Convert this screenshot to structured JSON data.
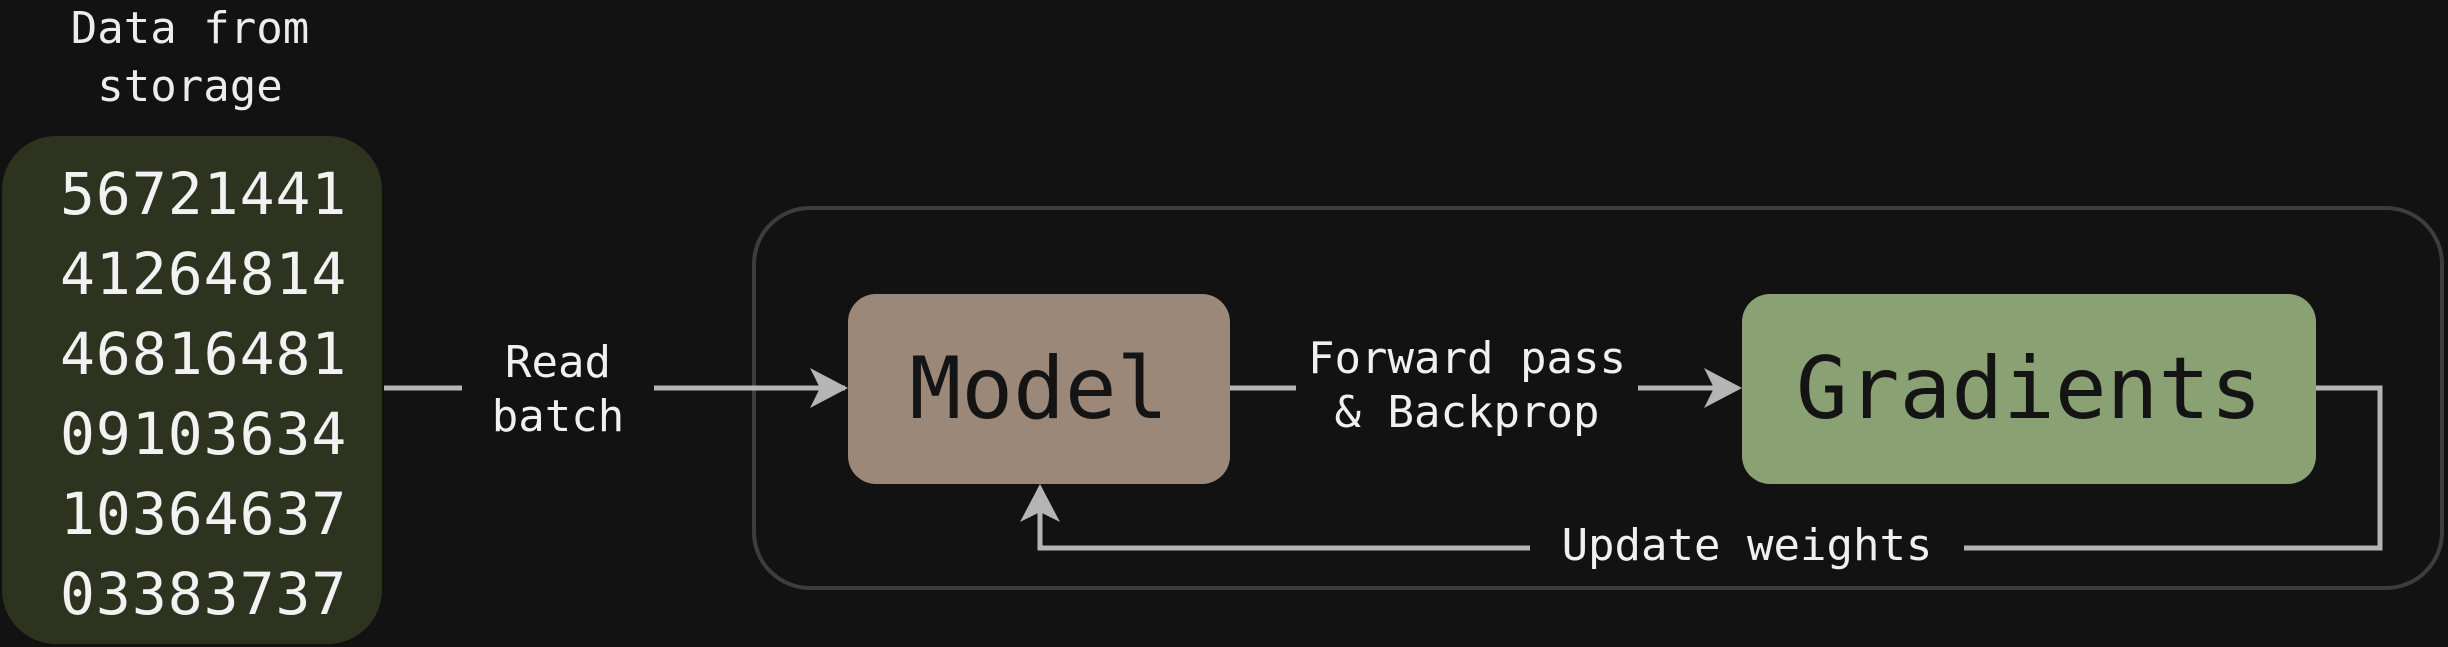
{
  "storage": {
    "title": "Data from\nstorage",
    "lines": [
      "56721441",
      "41264814",
      "46816481",
      "09103634",
      "10364637",
      "03383737"
    ]
  },
  "nodes": {
    "model": "Model",
    "gradients": "Gradients"
  },
  "edges": {
    "read_batch": "Read\nbatch",
    "forward_backprop": "Forward pass\n& Backprop",
    "update_weights": "Update weights"
  },
  "colors": {
    "background": "#121212",
    "storage_panel": "#2e331f",
    "model": "#9b8878",
    "gradients": "#8aa174",
    "arrow": "#b5b5b5",
    "loop_border": "#3d3d3d"
  }
}
